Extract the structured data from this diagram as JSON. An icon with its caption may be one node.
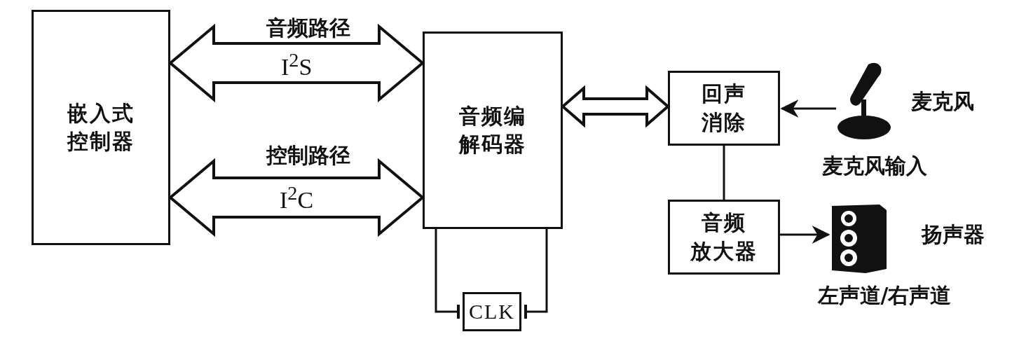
{
  "diagram": {
    "nodes": [
      {
        "text": [
          "嵌入式控制器"
        ]
      },
      {
        "text": [
          "音频编解码器"
        ]
      },
      {
        "text": [
          "CLK"
        ]
      },
      {
        "text": [
          "回声消除"
        ]
      },
      {
        "text": [
          "音频放大器"
        ]
      },
      {
        "text": [],
        "shape": "picture",
        "beside": [
          "麦克风",
          "麦克风输入"
        ]
      },
      {
        "text": [],
        "shape": "picture",
        "beside": [
          "扬声器",
          "左声道/右声道"
        ]
      }
    ],
    "edges": [
      {
        "from": 0,
        "to": 1,
        "arrow": "both",
        "style": "thick",
        "label": "I$^{2}$S"
      },
      {
        "from": 0,
        "to": 1,
        "arrow": "both",
        "style": "thick",
        "label": "I$^{2}$C"
      },
      {
        "from": 1,
        "to": 3,
        "arrow": "both",
        "style": "thick"
      },
      {
        "from": 5,
        "to": 3,
        "arrow": "to"
      },
      {
        "from": 3,
        "to": 4,
        "arrow": "none"
      },
      {
        "from": 4,
        "to": 6,
        "arrow": "to"
      },
      {
        "from": 1,
        "to": 2,
        "arrow": "other"
      },
      {
        "from": 1,
        "to": 2,
        "arrow": "other"
      }
    ],
    "labels": [
      "音频路径",
      "控制路径"
    ]
  }
}
